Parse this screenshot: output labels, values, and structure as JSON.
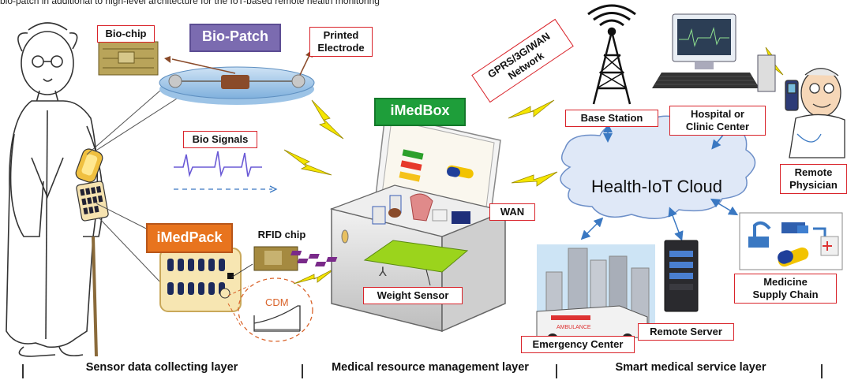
{
  "header_text": "bio-patch in additional to high-level architecture for the IoT-based remote health monitoring",
  "labels": {
    "bio_chip": "Bio-chip",
    "bio_patch": "Bio-Patch",
    "printed_electrode_1": "Printed",
    "printed_electrode_2": "Electrode",
    "bio_signals": "Bio Signals",
    "imedpack": "iMedPack",
    "rfid_chip": "RFID chip",
    "cdm": "CDM",
    "imedbox": "iMedBox",
    "network_1": "GPRS/3G/WAN",
    "network_2": "Network",
    "wan": "WAN",
    "weight_sensor": "Weight Sensor",
    "base_station": "Base Station",
    "hospital_1": "Hospital or",
    "hospital_2": "Clinic Center",
    "remote_physician_1": "Remote",
    "remote_physician_2": "Physician",
    "cloud": "Health-IoT Cloud",
    "medicine_1": "Medicine",
    "medicine_2": "Supply Chain",
    "emergency_center": "Emergency Center",
    "remote_server": "Remote Server",
    "ambulance_text": "AMBULANCE"
  },
  "layers": {
    "sensor": "Sensor data collecting layer",
    "medical": "Medical resource management layer",
    "smart": "Smart medical service layer"
  },
  "colors": {
    "label_border": "#d9232a",
    "bio_patch_bg": "#7b6bb0",
    "imedbox_bg": "#1e9e3a",
    "imedpack_bg": "#e8741e",
    "lightning": "#f5e600",
    "cloud_fill": "#dfe8f7",
    "arrow": "#3a78c2"
  }
}
